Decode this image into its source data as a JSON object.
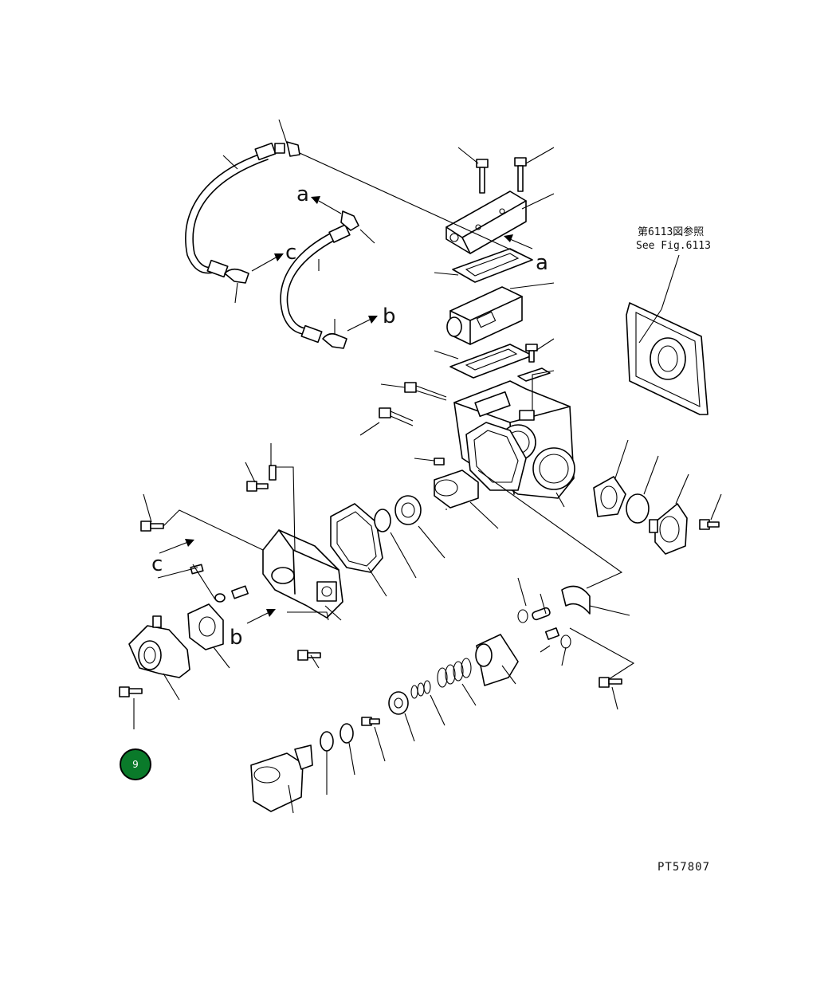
{
  "reference": {
    "jp": "第6113図参照",
    "en": "See Fig.6113"
  },
  "drawing_number": "PT57807",
  "page_badge": "9",
  "connection_labels": {
    "a_top": "a",
    "a_right": "a",
    "b_upper": "b",
    "b_lower": "b",
    "c_upper": "c",
    "c_lower": "c"
  },
  "colors": {
    "badge_fill": "#0a7a2a",
    "line": "#000000"
  }
}
